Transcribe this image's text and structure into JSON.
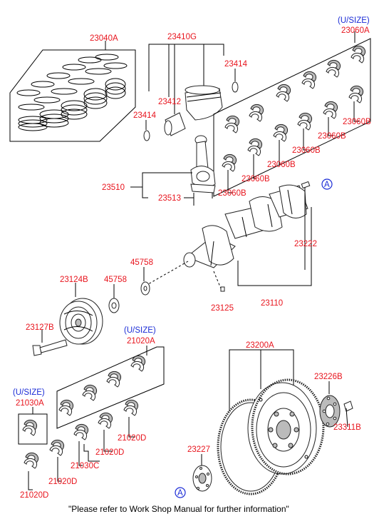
{
  "labels": {
    "piston_ring_set": "23040A",
    "piston_assy": "23410G",
    "pin_clip_right": "23414",
    "pin_clip_left": "23414",
    "piston_pin": "23412",
    "usize_top": "(U/SIZE)",
    "bearing_set_main": "23060A",
    "bearing_b1": "23060B",
    "bearing_b2": "23060B",
    "bearing_b3": "23060B",
    "bearing_b4": "23060B",
    "bearing_b5": "23060B",
    "bearing_b6": "23060B",
    "conrod": "23510",
    "conrod_bolt": "23513",
    "ref_a_top": "A",
    "key": "23222",
    "seal": "45758",
    "spacer": "45758",
    "pulley": "23124B",
    "pulley_bolt": "23127B",
    "crank_pin": "23125",
    "crankshaft": "23110",
    "usize_mid": "(U/SIZE)",
    "thrust_bearing_set": "21020A",
    "usize_left": "(U/SIZE)",
    "conrod_bearing_set": "21030A",
    "bearing_d1": "21020D",
    "bearing_d2": "21020D",
    "bearing_d3": "21020D",
    "bearing_d4": "21020D",
    "bearing_c": "21030C",
    "flywheel_assy": "23200A",
    "adapter_plate": "23226B",
    "flywheel_bolt": "23311B",
    "spacer_plate": "23227",
    "ref_a_bottom": "A"
  },
  "footer": "\"Please refer to Work Shop Manual for further information\"",
  "colors": {
    "part_number": "#e8141d",
    "size_note": "#1a2bd6"
  }
}
